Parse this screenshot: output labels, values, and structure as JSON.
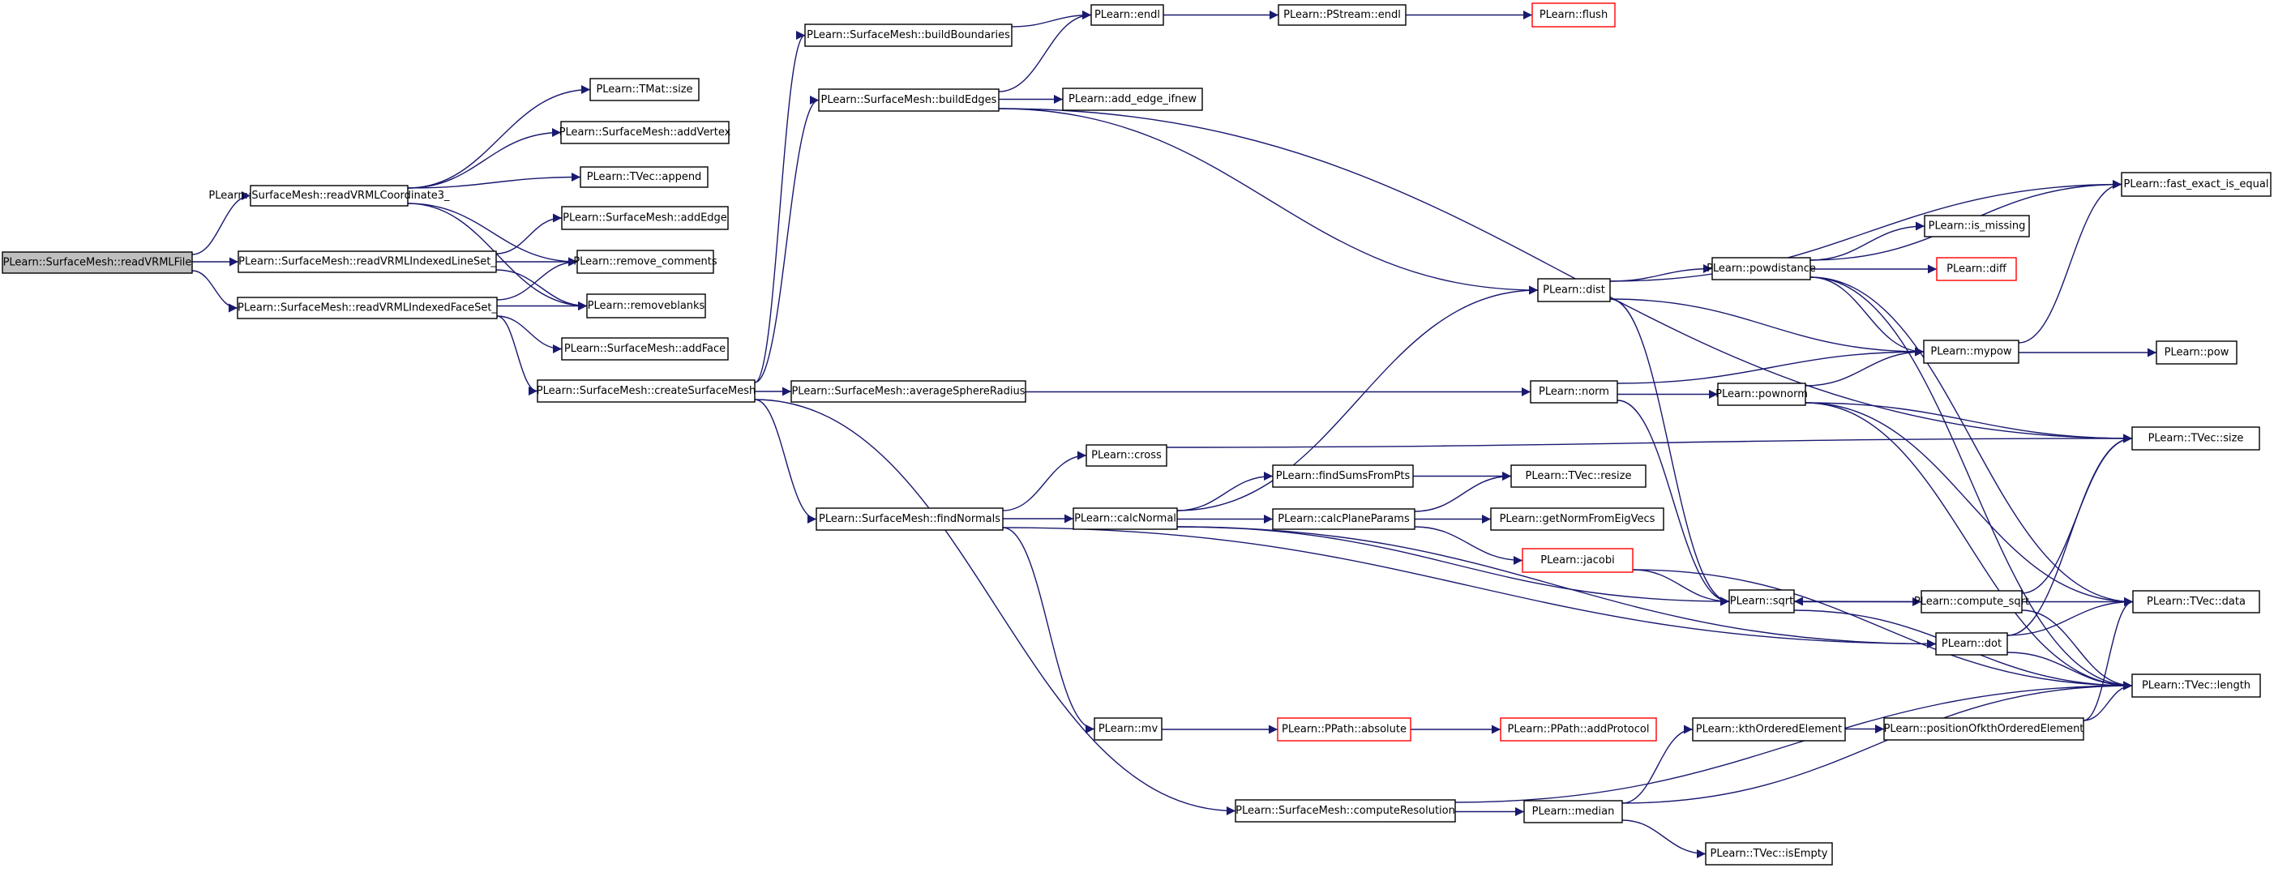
{
  "graph": {
    "colors": {
      "edge": "#191970",
      "node_border": "#000000",
      "node_border_truncated": "#ff0000",
      "root_fill": "#bfbfbf"
    },
    "nodes": [
      {
        "id": "readVRMLFile",
        "label": "PLearn::SurfaceMesh::readVRMLFile",
        "style": "root"
      },
      {
        "id": "readVRMLCoordinate3",
        "label": "PLearn::SurfaceMesh::readVRMLCoordinate3_"
      },
      {
        "id": "readVRMLIndexedLineSet",
        "label": "PLearn::SurfaceMesh::readVRMLIndexedLineSet_"
      },
      {
        "id": "readVRMLIndexedFaceSet",
        "label": "PLearn::SurfaceMesh::readVRMLIndexedFaceSet_"
      },
      {
        "id": "TMat_size",
        "label": "PLearn::TMat::size"
      },
      {
        "id": "addVertex",
        "label": "PLearn::SurfaceMesh::addVertex"
      },
      {
        "id": "TVec_append",
        "label": "PLearn::TVec::append"
      },
      {
        "id": "addEdge",
        "label": "PLearn::SurfaceMesh::addEdge"
      },
      {
        "id": "remove_comments",
        "label": "PLearn::remove_comments"
      },
      {
        "id": "removeblanks",
        "label": "PLearn::removeblanks"
      },
      {
        "id": "addFace",
        "label": "PLearn::SurfaceMesh::addFace"
      },
      {
        "id": "createSurfaceMesh",
        "label": "PLearn::SurfaceMesh::createSurfaceMesh"
      },
      {
        "id": "buildBoundaries",
        "label": "PLearn::SurfaceMesh::buildBoundaries"
      },
      {
        "id": "buildEdges",
        "label": "PLearn::SurfaceMesh::buildEdges"
      },
      {
        "id": "averageSphereRadius",
        "label": "PLearn::SurfaceMesh::averageSphereRadius"
      },
      {
        "id": "findNormals",
        "label": "PLearn::SurfaceMesh::findNormals"
      },
      {
        "id": "computeResolution",
        "label": "PLearn::SurfaceMesh::computeResolution"
      },
      {
        "id": "endl",
        "label": "PLearn::endl"
      },
      {
        "id": "PStream_endl",
        "label": "PLearn::PStream::endl"
      },
      {
        "id": "flush",
        "label": "PLearn::flush",
        "style": "red"
      },
      {
        "id": "add_edge_ifnew",
        "label": "PLearn::add_edge_ifnew"
      },
      {
        "id": "cross",
        "label": "PLearn::cross"
      },
      {
        "id": "calcNormal",
        "label": "PLearn::calcNormal"
      },
      {
        "id": "mv",
        "label": "PLearn::mv"
      },
      {
        "id": "findSumsFromPts",
        "label": "PLearn::findSumsFromPts"
      },
      {
        "id": "calcPlaneParams",
        "label": "PLearn::calcPlaneParams"
      },
      {
        "id": "TVec_resize",
        "label": "PLearn::TVec::resize"
      },
      {
        "id": "getNormFromEigVecs",
        "label": "PLearn::getNormFromEigVecs"
      },
      {
        "id": "jacobi",
        "label": "PLearn::jacobi",
        "style": "red"
      },
      {
        "id": "PPath_absolute",
        "label": "PLearn::PPath::absolute",
        "style": "red"
      },
      {
        "id": "PPath_addProtocol",
        "label": "PLearn::PPath::addProtocol",
        "style": "red"
      },
      {
        "id": "dist",
        "label": "PLearn::dist"
      },
      {
        "id": "norm",
        "label": "PLearn::norm"
      },
      {
        "id": "powdistance",
        "label": "PLearn::powdistance"
      },
      {
        "id": "is_missing",
        "label": "PLearn::is_missing"
      },
      {
        "id": "diff",
        "label": "PLearn::diff",
        "style": "red"
      },
      {
        "id": "mypow",
        "label": "PLearn::mypow"
      },
      {
        "id": "pownorm",
        "label": "PLearn::pownorm"
      },
      {
        "id": "pow",
        "label": "PLearn::pow"
      },
      {
        "id": "sqrt",
        "label": "PLearn::sqrt"
      },
      {
        "id": "compute_sqrt",
        "label": "PLearn::compute_sqrt"
      },
      {
        "id": "dot",
        "label": "PLearn::dot"
      },
      {
        "id": "median",
        "label": "PLearn::median"
      },
      {
        "id": "kthOrderedElement",
        "label": "PLearn::kthOrderedElement"
      },
      {
        "id": "positionOfkthOrderedElement",
        "label": "PLearn::positionOfkthOrderedElement"
      },
      {
        "id": "TVec_isEmpty",
        "label": "PLearn::TVec::isEmpty"
      },
      {
        "id": "fast_exact_is_equal",
        "label": "PLearn::fast_exact_is_equal"
      },
      {
        "id": "TVec_size",
        "label": "PLearn::TVec::size"
      },
      {
        "id": "TVec_data",
        "label": "PLearn::TVec::data"
      },
      {
        "id": "TVec_length",
        "label": "PLearn::TVec::length"
      }
    ],
    "edges": [
      [
        "readVRMLFile",
        "readVRMLCoordinate3"
      ],
      [
        "readVRMLFile",
        "readVRMLIndexedLineSet"
      ],
      [
        "readVRMLFile",
        "readVRMLIndexedFaceSet"
      ],
      [
        "readVRMLCoordinate3",
        "TMat_size"
      ],
      [
        "readVRMLCoordinate3",
        "addVertex"
      ],
      [
        "readVRMLCoordinate3",
        "TVec_append"
      ],
      [
        "readVRMLCoordinate3",
        "remove_comments"
      ],
      [
        "readVRMLCoordinate3",
        "removeblanks"
      ],
      [
        "readVRMLIndexedLineSet",
        "addEdge"
      ],
      [
        "readVRMLIndexedLineSet",
        "remove_comments"
      ],
      [
        "readVRMLIndexedLineSet",
        "removeblanks"
      ],
      [
        "readVRMLIndexedFaceSet",
        "remove_comments"
      ],
      [
        "readVRMLIndexedFaceSet",
        "removeblanks"
      ],
      [
        "readVRMLIndexedFaceSet",
        "addFace"
      ],
      [
        "readVRMLIndexedFaceSet",
        "createSurfaceMesh"
      ],
      [
        "createSurfaceMesh",
        "buildBoundaries"
      ],
      [
        "createSurfaceMesh",
        "buildEdges"
      ],
      [
        "createSurfaceMesh",
        "averageSphereRadius"
      ],
      [
        "createSurfaceMesh",
        "findNormals"
      ],
      [
        "createSurfaceMesh",
        "computeResolution"
      ],
      [
        "buildBoundaries",
        "endl"
      ],
      [
        "buildEdges",
        "endl"
      ],
      [
        "buildEdges",
        "add_edge_ifnew"
      ],
      [
        "buildEdges",
        "dist"
      ],
      [
        "buildEdges",
        "TVec_size"
      ],
      [
        "endl",
        "PStream_endl"
      ],
      [
        "PStream_endl",
        "flush"
      ],
      [
        "averageSphereRadius",
        "norm"
      ],
      [
        "findNormals",
        "cross"
      ],
      [
        "findNormals",
        "calcNormal"
      ],
      [
        "findNormals",
        "mv"
      ],
      [
        "findNormals",
        "dot"
      ],
      [
        "cross",
        "TVec_size"
      ],
      [
        "calcNormal",
        "dist"
      ],
      [
        "calcNormal",
        "findSumsFromPts"
      ],
      [
        "calcNormal",
        "calcPlaneParams"
      ],
      [
        "calcNormal",
        "sqrt"
      ],
      [
        "calcNormal",
        "dot"
      ],
      [
        "findSumsFromPts",
        "TVec_resize"
      ],
      [
        "calcPlaneParams",
        "TVec_resize"
      ],
      [
        "calcPlaneParams",
        "getNormFromEigVecs"
      ],
      [
        "calcPlaneParams",
        "jacobi"
      ],
      [
        "jacobi",
        "sqrt"
      ],
      [
        "jacobi",
        "TVec_length"
      ],
      [
        "mv",
        "PPath_absolute"
      ],
      [
        "PPath_absolute",
        "PPath_addProtocol"
      ],
      [
        "dist",
        "fast_exact_is_equal"
      ],
      [
        "dist",
        "powdistance"
      ],
      [
        "dist",
        "mypow"
      ],
      [
        "dist",
        "sqrt"
      ],
      [
        "powdistance",
        "fast_exact_is_equal"
      ],
      [
        "powdistance",
        "is_missing"
      ],
      [
        "powdistance",
        "diff"
      ],
      [
        "powdistance",
        "mypow"
      ],
      [
        "powdistance",
        "TVec_data"
      ],
      [
        "powdistance",
        "TVec_length"
      ],
      [
        "norm",
        "mypow"
      ],
      [
        "norm",
        "pownorm"
      ],
      [
        "norm",
        "sqrt"
      ],
      [
        "pownorm",
        "mypow"
      ],
      [
        "pownorm",
        "TVec_size"
      ],
      [
        "pownorm",
        "TVec_data"
      ],
      [
        "pownorm",
        "TVec_length"
      ],
      [
        "mypow",
        "fast_exact_is_equal"
      ],
      [
        "mypow",
        "pow"
      ],
      [
        "sqrt",
        "compute_sqrt"
      ],
      [
        "sqrt",
        "TVec_length"
      ],
      [
        "compute_sqrt",
        "sqrt"
      ],
      [
        "compute_sqrt",
        "TVec_size"
      ],
      [
        "compute_sqrt",
        "TVec_data"
      ],
      [
        "compute_sqrt",
        "TVec_length"
      ],
      [
        "dot",
        "TVec_size"
      ],
      [
        "dot",
        "TVec_data"
      ],
      [
        "dot",
        "TVec_length"
      ],
      [
        "computeResolution",
        "median"
      ],
      [
        "computeResolution",
        "TVec_length"
      ],
      [
        "median",
        "kthOrderedElement"
      ],
      [
        "median",
        "TVec_isEmpty"
      ],
      [
        "median",
        "TVec_length"
      ],
      [
        "kthOrderedElement",
        "positionOfkthOrderedElement"
      ],
      [
        "positionOfkthOrderedElement",
        "TVec_data"
      ],
      [
        "positionOfkthOrderedElement",
        "TVec_length"
      ]
    ]
  }
}
